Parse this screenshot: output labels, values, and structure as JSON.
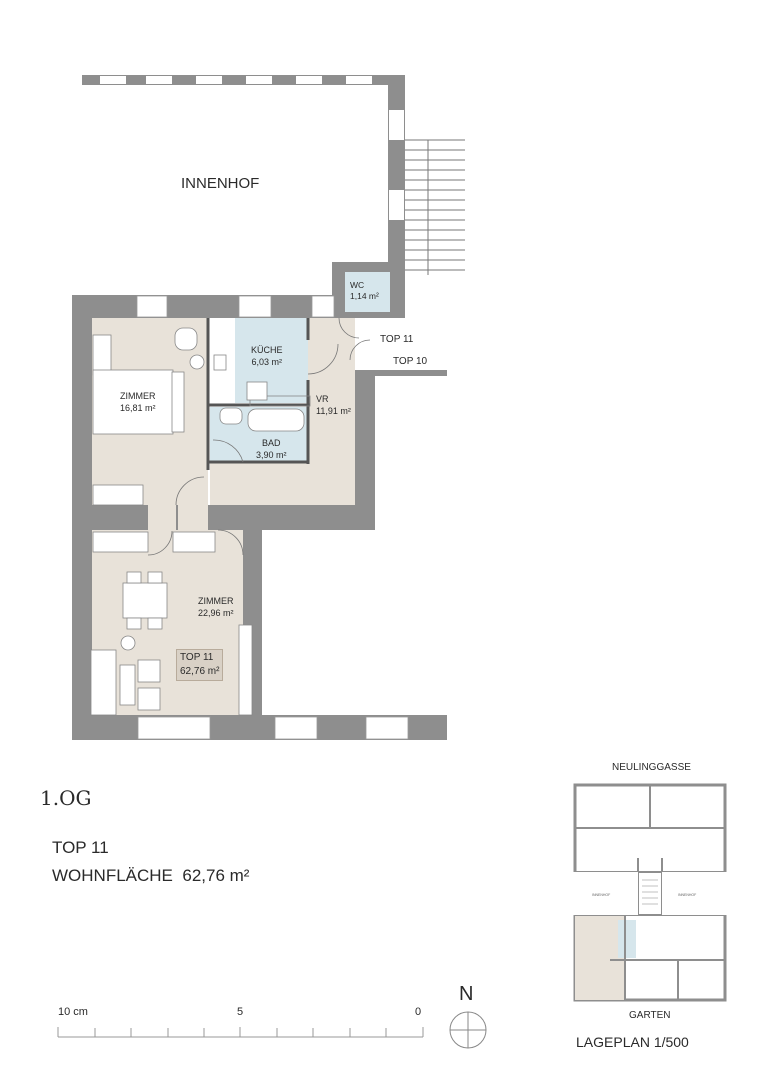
{
  "plan": {
    "courtyard": "INNENHOF",
    "rooms": [
      {
        "name": "ZIMMER",
        "area": "16,81 m²"
      },
      {
        "name": "KÜCHE",
        "area": "6,03 m²"
      },
      {
        "name": "VR",
        "area": "11,91 m²"
      },
      {
        "name": "BAD",
        "area": "3,90 m²"
      },
      {
        "name": "WC",
        "area": "1,14 m²"
      },
      {
        "name": "ZIMMER",
        "area": "22,96 m²"
      }
    ],
    "unit_tags": [
      "TOP 11",
      "TOP 10"
    ],
    "unit_box": {
      "label": "TOP 11",
      "area": "62,76 m²"
    },
    "colors": {
      "wall": "#8e8e8e",
      "room": "#e8e2d9",
      "wet": "#d6e6ec"
    }
  },
  "info": {
    "floor": "1.OG",
    "unit": "TOP 11",
    "living_area_label": "WOHNFLÄCHE",
    "living_area": "62,76 m²"
  },
  "scale": {
    "left": "10 cm",
    "mid": "5",
    "right": "0"
  },
  "north": "N",
  "site_plan": {
    "street": "NEULINGGASSE",
    "courtyard_left": "INNENHOF",
    "courtyard_right": "INNENHOF",
    "garden": "GARTEN",
    "title": "LAGEPLAN 1/500"
  }
}
